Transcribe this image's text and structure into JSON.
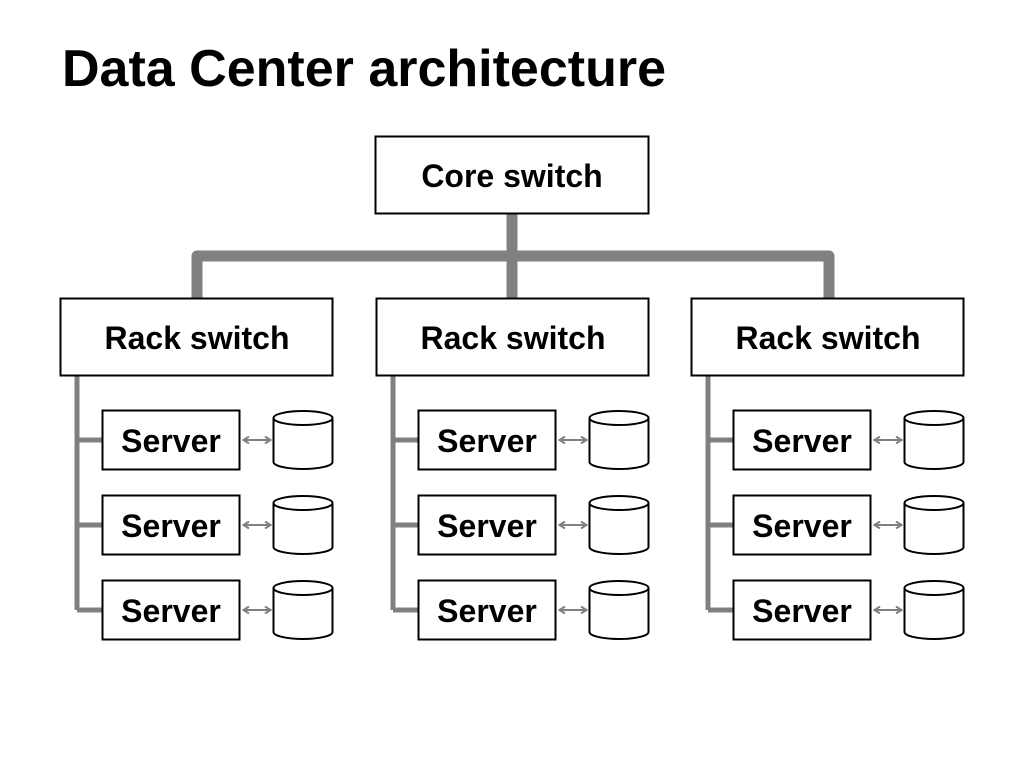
{
  "title": "Data Center architecture",
  "core": {
    "label": "Core switch"
  },
  "racks": [
    {
      "label": "Rack switch",
      "servers": [
        "Server",
        "Server",
        "Server"
      ]
    },
    {
      "label": "Rack switch",
      "servers": [
        "Server",
        "Server",
        "Server"
      ]
    },
    {
      "label": "Rack switch",
      "servers": [
        "Server",
        "Server",
        "Server"
      ]
    }
  ],
  "colors": {
    "box_stroke": "#000000",
    "trunk": "#808080",
    "link": "#808080",
    "text": "#000000"
  },
  "icons": {
    "storage": "disk-cylinder-icon",
    "link": "bidirectional-arrow-icon"
  }
}
